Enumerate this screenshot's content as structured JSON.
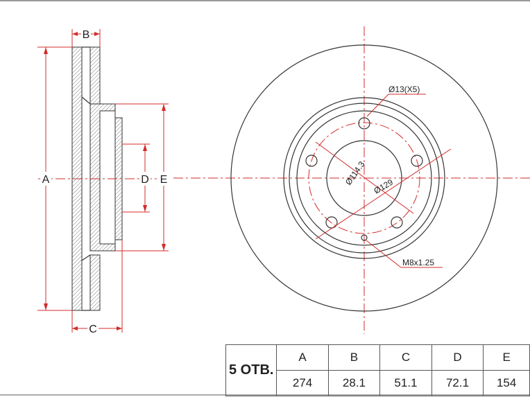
{
  "labels": {
    "dim_a": "A",
    "dim_b": "B",
    "dim_c": "C",
    "dim_d": "D",
    "dim_e": "E",
    "hole_diameter": "Ø13(X5)",
    "pcd": "Ø114.3",
    "hub_bore": "Ø129",
    "thread": "M8x1.25"
  },
  "table": {
    "holes_label": "5 ОТВ.",
    "headers": [
      "A",
      "B",
      "C",
      "D",
      "E"
    ],
    "values": [
      "274",
      "28.1",
      "51.1",
      "72.1",
      "154"
    ]
  },
  "colors": {
    "dimension_lines": "#d32b2b",
    "outline": "#333333",
    "section_hatch": "#777777"
  }
}
